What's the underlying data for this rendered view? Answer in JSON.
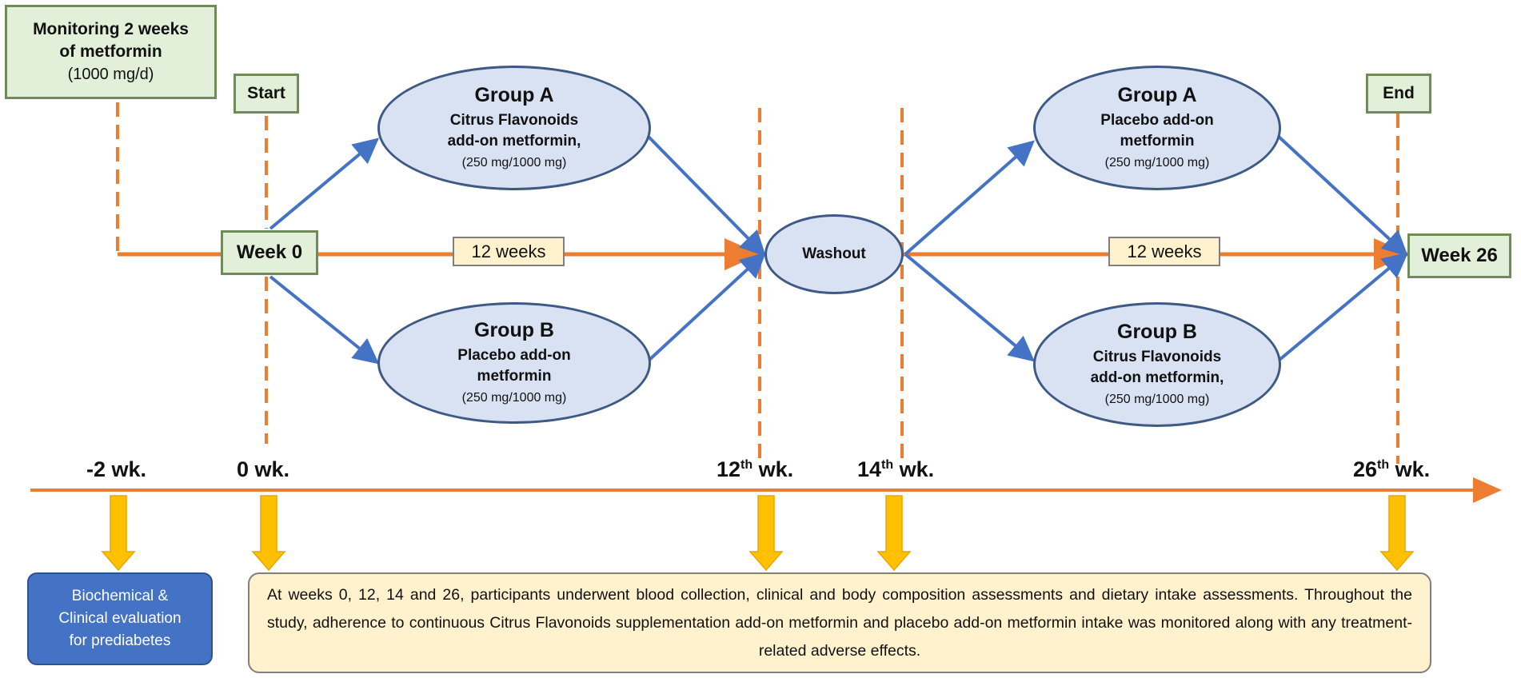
{
  "monitoring": {
    "line1": "Monitoring 2 weeks",
    "line2": "of metformin",
    "line3": "(1000 mg/d)"
  },
  "start_label": "Start",
  "end_label": "End",
  "week0_label": "Week 0",
  "week26_label": "Week 26",
  "washout_label": "Washout",
  "duration_label": "12 weeks",
  "period1": {
    "group_a": {
      "title": "Group A",
      "line1": "Citrus Flavonoids",
      "line2": "add-on metformin,",
      "dose": "(250 mg/1000 mg)"
    },
    "group_b": {
      "title": "Group B",
      "line1": "Placebo add-on",
      "line2": "metformin",
      "dose": "(250 mg/1000 mg)"
    }
  },
  "period2": {
    "group_a": {
      "title": "Group A",
      "line1": "Placebo add-on",
      "line2": "metformin",
      "dose": "(250 mg/1000 mg)"
    },
    "group_b": {
      "title": "Group B",
      "line1": "Citrus Flavonoids",
      "line2": "add-on metformin,",
      "dose": "(250 mg/1000 mg)"
    }
  },
  "timeline": {
    "m2": "-2 wk.",
    "w0": "0 wk.",
    "w12_num": "12",
    "w12_sup": "th",
    "w12_unit": " wk.",
    "w14_num": "14",
    "w14_sup": "th",
    "w14_unit": " wk.",
    "w26_num": "26",
    "w26_sup": "th",
    "w26_unit": " wk."
  },
  "evaluation_box": {
    "line1": "Biochemical &",
    "line2": "Clinical evaluation",
    "line3": "for prediabetes"
  },
  "assessment_text": "At weeks 0, 12, 14 and 26, participants underwent blood collection, clinical and body composition assessments and dietary intake assessments. Throughout the study, adherence to continuous Citrus Flavonoids supplementation add-on metformin and placebo add-on metformin intake was monitored along with any treatment-related adverse effects.",
  "colors": {
    "orange": "#ed7d31",
    "blue_arrow": "#4472c4",
    "yellow_arrow": "#ffc000",
    "eval_box": "#4472c4"
  }
}
